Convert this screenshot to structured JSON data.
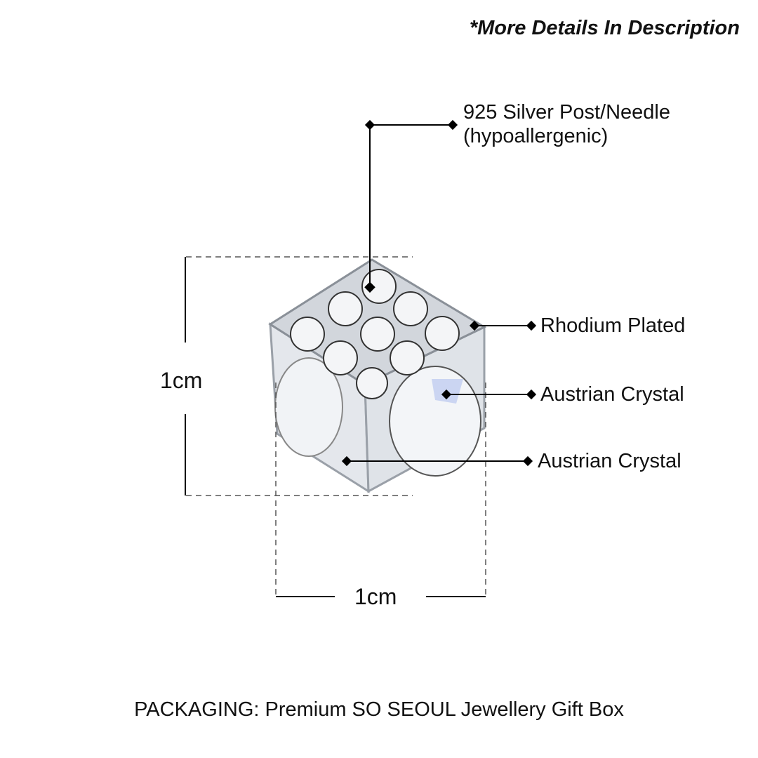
{
  "note": "*More Details In Description",
  "labels": {
    "needle_line1": "925 Silver Post/Needle",
    "needle_line2": "(hypoallergenic)",
    "plating": "Rhodium Plated",
    "crystal_side": "Austrian Crystal",
    "crystal_front": "Austrian Crystal"
  },
  "dimensions": {
    "height": "1cm",
    "width": "1cm"
  },
  "packaging": "PACKAGING: Premium SO SEOUL Jewellery Gift Box",
  "colors": {
    "text": "#111111",
    "metal": "#c9ccd1",
    "crystal": "#eef1f5"
  }
}
